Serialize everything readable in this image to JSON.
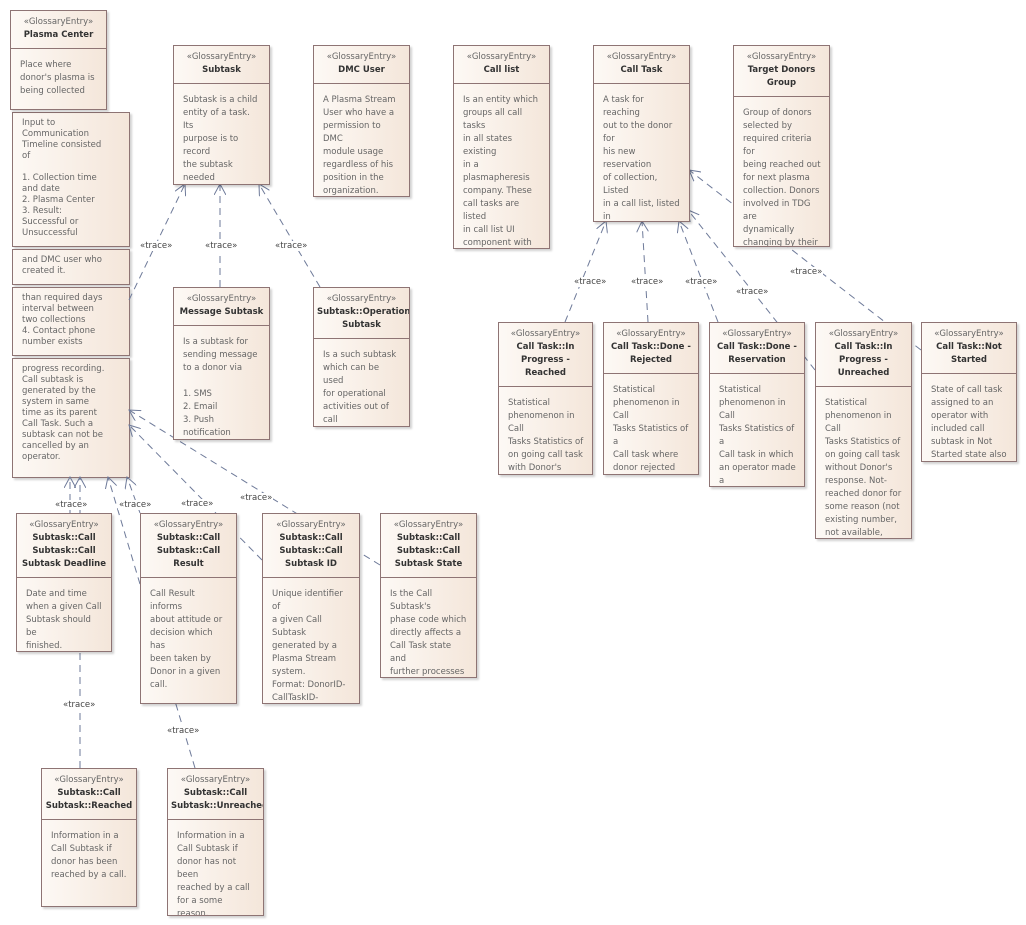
{
  "stereotype": "«GlossaryEntry»",
  "trace": "«trace»",
  "entries": {
    "back_call_subtask": {
      "body": "progress recording.\nCall subtask is\ngenerated by the\nsystem in same\ntime as its parent\nCall Task. Such a\nsubtask can not be\ncancelled by an\noperator."
    },
    "back_donor": {
      "body": "than required days\ninterval between\ntwo collections\n4. Contact phone\nnumber exists"
    },
    "back_note": {
      "body": "and DMC user who\ncreated it."
    },
    "back_input": {
      "body": "Input to\nCommunication\nTimeline consisted\nof\n\n1. Collection time\nand date\n2. Plasma Center\n3. Result:\nSuccessful or\nUnsuccessful"
    },
    "plasma_center": {
      "name": "Plasma Center",
      "body": "Place where\ndonor's plasma is\nbeing collected"
    },
    "subtask": {
      "name": "Subtask",
      "body": "Subtask is a child\nentity of a task. Its\npurpose is to record\nthe subtask needed\nto complete the\nparent task."
    },
    "dmc_user": {
      "name": "DMC User",
      "body": "A Plasma Stream\nUser who have a\npermission to DMC\nmodule usage\nregardless of his\nposition in the\norganization."
    },
    "call_list": {
      "name": "Call list",
      "body": "Is an entity which\ngroups all call tasks\nin all states existing\nin a plasmapheresis\ncompany. These\ncall tasks are listed\nin call list UI\ncomponent with\nfurther filters and\nsorting."
    },
    "call_task": {
      "name": "Call Task",
      "body": "A task for reaching\nout to the donor for\nhis new reservation\nof collection, Listed\nin a call list, listed in\nCall Tasks table in\nDCC and input of\nCall Tasks\nStatistics."
    },
    "target_donors": {
      "name": "Target Donors Group",
      "body": "Group of donors\nselected by\nrequired criteria for\nbeing reached out\nfor next plasma\ncollection. Donors\ninvolved in TDG are\ndynamically\nchanging by their\nfulfilling of TDG\ncriteria."
    },
    "message_subtask": {
      "name": "Message Subtask",
      "body": "Is a subtask for\nsending message\nto a donor via\n\n1. SMS\n2. Email\n3. Push notification"
    },
    "operational_subtask": {
      "name": "Subtask::Operational Subtask",
      "body": "Is a such subtask\nwhich can be used\nfor operational\nactivities out of call\nsubtask realization"
    },
    "ip_reached": {
      "name": "Call Task::In Progress - Reached",
      "body": "Statistical\nphenomenon in Call\nTasks Statistics of\non going call task\nwith Donor's\nresponse"
    },
    "done_rejected": {
      "name": "Call Task::Done - Rejected",
      "body": "Statistical\nphenomenon in Call\nTasks Statistics of a\nCall task where\ndonor rejected\nfurther cooperation"
    },
    "done_reservation": {
      "name": "Call Task::Done - Reservation",
      "body": "Statistical\nphenomenon in Call\nTasks Statistics of a\nCall task in which\nan operator made a\ndonor's\nreservation."
    },
    "ip_unreached": {
      "name": "Call Task::In Progress - Unreached",
      "body": "Statistical\nphenomenon in Call\nTasks Statistics of\non going call task\nwithout Donor's\nresponse. Not-\nreached donor for\nsome reason (not\nexisting number,\nnot available,\nwrong person)"
    },
    "not_started": {
      "name": "Call Task::Not Started",
      "body": "State of call task\nassigned to an\noperator with\nincluded call\nsubtask in Not\nStarted state also"
    },
    "deadline": {
      "name": "Subtask::Call Subtask::Call Subtask Deadline",
      "body": "Date and time\nwhen a given Call\nSubtask should be\nfinished."
    },
    "call_result": {
      "name": "Subtask::Call Subtask::Call Result",
      "body": "Call Result informs\nabout attitude or\ndecision which has\nbeen taken by\nDonor in a given\ncall."
    },
    "subtask_id": {
      "name": "Subtask::Call Subtask::Call Subtask ID",
      "body": "Unique identifier of\na given Call Subtask\ngenerated by a\nPlasma Stream\nsystem.\nFormat: DonorID-\nCallTaskID-\nSubtaskSerialNumber"
    },
    "subtask_state": {
      "name": "Subtask::Call Subtask::Call Subtask State",
      "body": "Is the Call Subtask's\nphase code which\ndirectly affects a\nCall Task state and\nfurther processes in\nDMC."
    },
    "reached": {
      "name": "Subtask::Call Subtask::Reached",
      "body": "Information in a\nCall Subtask if\ndonor has been\nreached by a call."
    },
    "unreached": {
      "name": "Subtask::Call Subtask::Unreached",
      "body": "Information in a\nCall Subtask if\ndonor has not been\nreached by a call\nfor a some reason."
    }
  }
}
